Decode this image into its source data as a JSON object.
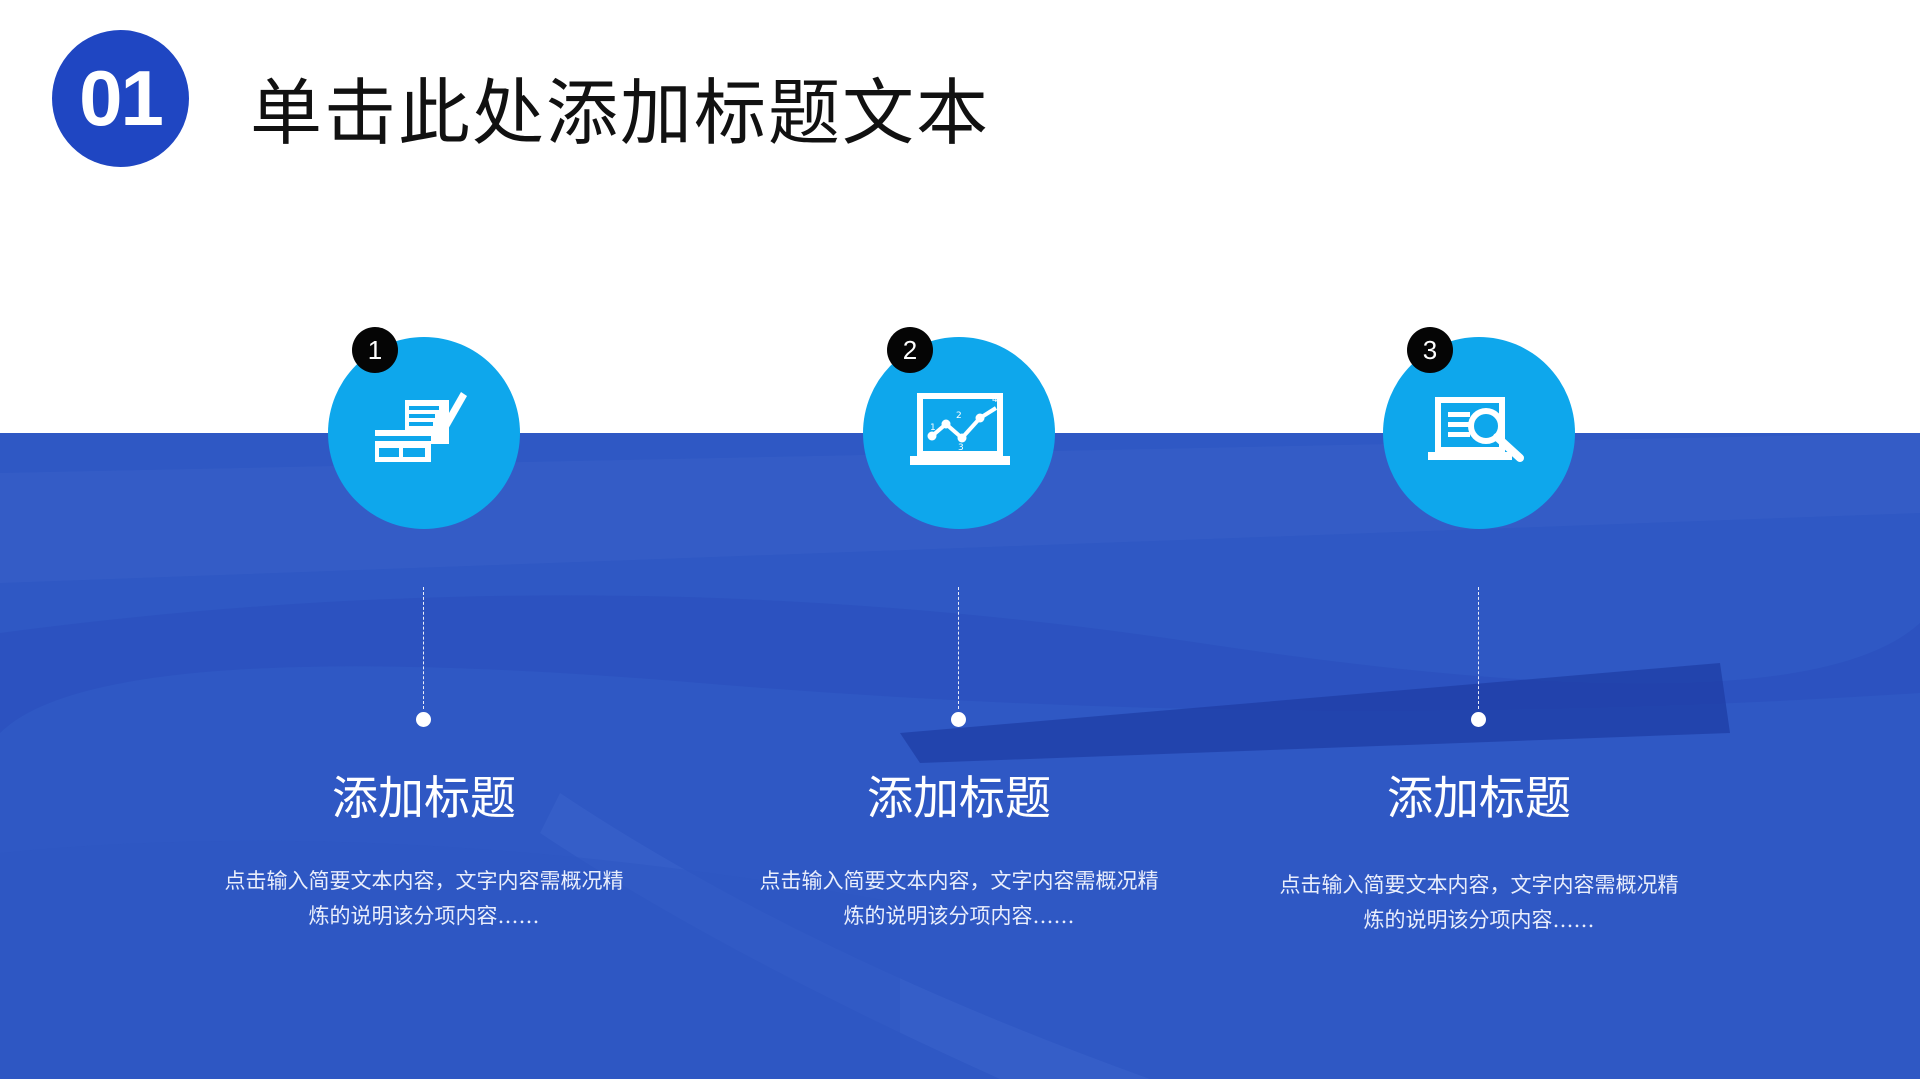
{
  "header": {
    "number": "01",
    "title": "单击此处添加标题文本"
  },
  "steps": [
    {
      "badge": "1",
      "icon": "document-pen-icon",
      "title": "添加标题",
      "description": "点击输入简要文本内容，文字内容需概况精炼的说明该分项内容……"
    },
    {
      "badge": "2",
      "icon": "laptop-line-chart-icon",
      "chart_labels": [
        "1",
        "2",
        "3",
        "4"
      ],
      "title": "添加标题",
      "description": "点击输入简要文本内容，文字内容需概况精炼的说明该分项内容……"
    },
    {
      "badge": "3",
      "icon": "laptop-search-icon",
      "title": "添加标题",
      "description": "点击输入简要文本内容，文字内容需概况精炼的说明该分项内容……"
    }
  ],
  "colors": {
    "accent_dark_blue": "#1f46c2",
    "band_blue": "#2f58c4",
    "circle_cyan": "#0ea7ec",
    "badge_black": "#050505"
  }
}
